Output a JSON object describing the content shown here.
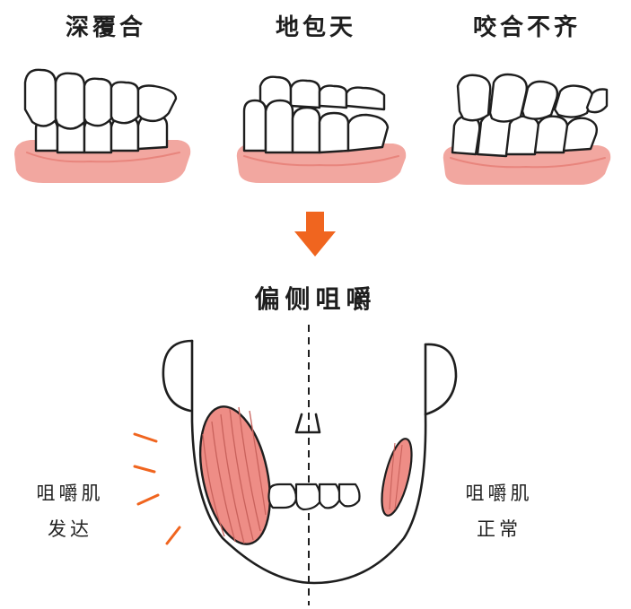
{
  "top_labels": {
    "deep_overbite": "深覆合",
    "underbite": "地包天",
    "malocclusion": "咬合不齐"
  },
  "middle_title": "偏侧咀嚼",
  "left_caption": {
    "line1": "咀嚼肌",
    "line2": "发达"
  },
  "right_caption": {
    "line1": "咀嚼肌",
    "line2": "正常"
  },
  "colors": {
    "gum": "#f2a7a0",
    "gum_dark": "#e8857d",
    "muscle": "#ee8d86",
    "arrow": "#f0651f",
    "stroke": "#1e1e1e"
  }
}
